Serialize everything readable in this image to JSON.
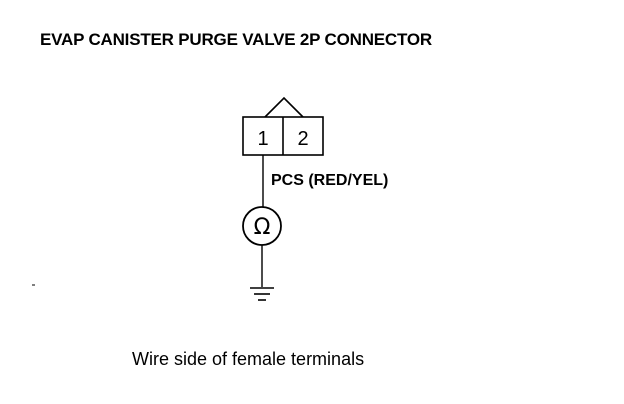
{
  "title": "EVAP CANISTER PURGE VALVE 2P CONNECTOR",
  "connector": {
    "pins": [
      "1",
      "2"
    ]
  },
  "wire_label": "PCS (RED/YEL)",
  "meter": {
    "symbol": "Ω",
    "icon": "ohmmeter-icon"
  },
  "ground": {
    "icon": "ground-icon"
  },
  "caption": "Wire side of female terminals"
}
